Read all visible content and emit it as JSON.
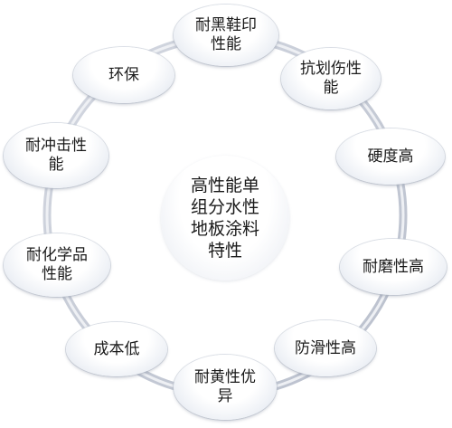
{
  "diagram": {
    "center_label": "高性能单\n组分水性\n地板涂料\n特性",
    "nodes": [
      {
        "id": "black-heel",
        "label": "耐黑鞋印\n性能"
      },
      {
        "id": "scratch",
        "label": "抗划伤性\n能"
      },
      {
        "id": "hardness",
        "label": "硬度高"
      },
      {
        "id": "wear",
        "label": "耐磨性高"
      },
      {
        "id": "anti-slip",
        "label": "防滑性高"
      },
      {
        "id": "yellowing",
        "label": "耐黄性优\n异"
      },
      {
        "id": "low-cost",
        "label": "成本低"
      },
      {
        "id": "chemical",
        "label": "耐化学品\n性能"
      },
      {
        "id": "impact",
        "label": "耐冲击性\n能"
      },
      {
        "id": "eco",
        "label": "环保"
      }
    ],
    "colors": {
      "ring": "#c9ced9",
      "ring_highlight": "#eef0f4",
      "node_text": "#1a1a1a"
    }
  }
}
